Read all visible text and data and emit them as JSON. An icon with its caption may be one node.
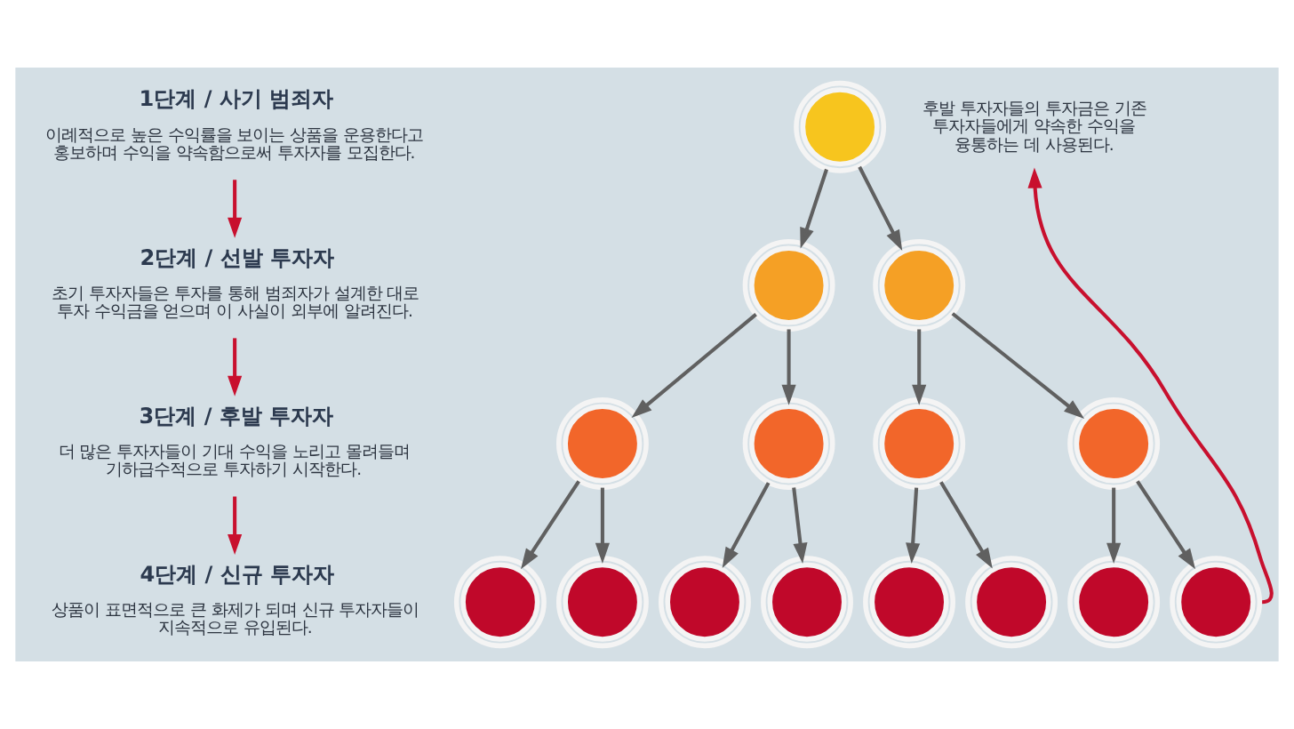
{
  "diagram": {
    "nodes": [
      {
        "text": [
          "1단계 / 사기 범죄자",
          "이례적으로 높은 수익률을 보이는 상품을 운용한다고 홍보하며 수익을 약속함으로써 투자자를 모집한다."
        ]
      },
      {
        "text": [
          "2단계 / 선발 투자자",
          "초기 투자자들은 투자를 통해 범죄자가 설계한 대로 투자 수익금을 얻으며 이 사실이 외부에 알려진다."
        ]
      },
      {
        "text": [
          "3단계 / 후발 투자자",
          "더 많은 투자자들이 기대 수익을 노리고 몰려들며 기하급수적으로 투자하기 시작한다."
        ]
      },
      {
        "text": [
          "4단계 / 신규 투자자",
          "상품이 표면적으로 큰 화제가 되며 신규 투자자들이 지속적으로 유입된다."
        ]
      },
      {
        "text": [],
        "shape": "circle"
      },
      {
        "text": [],
        "shape": "circle"
      },
      {
        "text": [],
        "shape": "circle"
      },
      {
        "text": [],
        "shape": "circle"
      },
      {
        "text": [],
        "shape": "circle"
      },
      {
        "text": [],
        "shape": "circle"
      },
      {
        "text": [],
        "shape": "circle"
      },
      {
        "text": [],
        "shape": "circle"
      },
      {
        "text": [],
        "shape": "circle"
      },
      {
        "text": [],
        "shape": "circle"
      },
      {
        "text": [],
        "shape": "circle"
      },
      {
        "text": [],
        "shape": "circle"
      },
      {
        "text": [],
        "shape": "circle"
      },
      {
        "text": [],
        "shape": "circle"
      },
      {
        "text": [],
        "shape": "circle"
      },
      {
        "text": [
          "후발 투자자들의 투자금은 기존 투자자들에게 약속한 수익을 융통하는 데 사용된다."
        ]
      }
    ],
    "edges": [
      {
        "from": 0,
        "to": 1,
        "arrow": "to",
        "color": "#c8102e"
      },
      {
        "from": 1,
        "to": 2,
        "arrow": "to",
        "color": "#c8102e"
      },
      {
        "from": 2,
        "to": 3,
        "arrow": "to",
        "color": "#c8102e"
      },
      {
        "from": 4,
        "to": 5,
        "arrow": "to"
      },
      {
        "from": 4,
        "to": 6,
        "arrow": "to"
      },
      {
        "from": 5,
        "to": 7,
        "arrow": "to"
      },
      {
        "from": 5,
        "to": 8,
        "arrow": "to"
      },
      {
        "from": 6,
        "to": 9,
        "arrow": "to"
      },
      {
        "from": 6,
        "to": 10,
        "arrow": "to"
      },
      {
        "from": 7,
        "to": 11,
        "arrow": "to"
      },
      {
        "from": 7,
        "to": 12,
        "arrow": "to"
      },
      {
        "from": 8,
        "to": 13,
        "arrow": "to"
      },
      {
        "from": 8,
        "to": 14,
        "arrow": "to"
      },
      {
        "from": 9,
        "to": 15,
        "arrow": "to"
      },
      {
        "from": 9,
        "to": 16,
        "arrow": "to"
      },
      {
        "from": 10,
        "to": 17,
        "arrow": "to"
      },
      {
        "from": 10,
        "to": 18,
        "arrow": "to"
      },
      {
        "from": 18,
        "to": 19,
        "arrow": "to",
        "color": "#c8102e"
      }
    ]
  }
}
